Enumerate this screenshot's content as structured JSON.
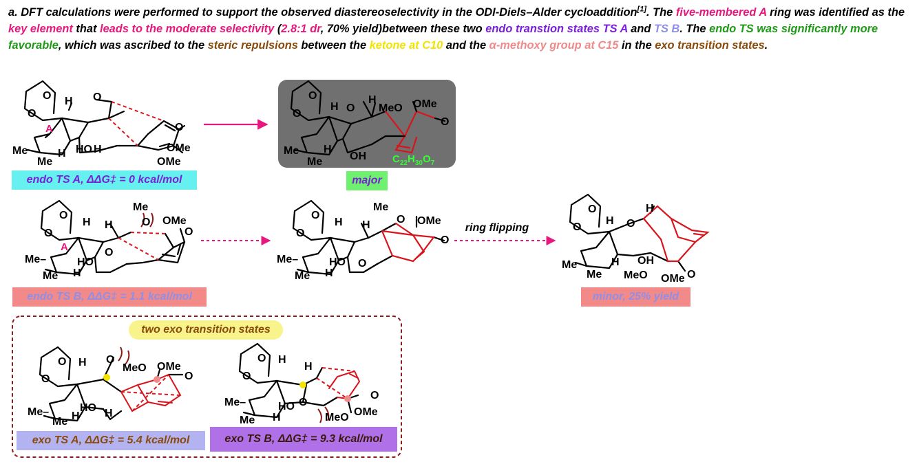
{
  "paragraph": {
    "s1": "a. DFT calculations were performed to support the observed diastereoselectivity in the ODI-Diels–Alder cycloaddition",
    "s1_ref": "[1]",
    "s2": ". The ",
    "five_ring": "five-membered A",
    "s3": " ring was identified as the ",
    "key_element": "key element",
    "s4": " that ",
    "leads": "leads to the moderate selectivity",
    "s5": " (",
    "dr": "2.8:1 dr",
    "s6": ", 70% yield)between these two ",
    "endo_ts": "endo transtion states TS A",
    "s7": " and ",
    "tsb": "TS B",
    "s8": ". The ",
    "endo_fav": "endo TS was significantly more favorable",
    "s9": ", which was ascribed to the ",
    "steric": "steric repulsions",
    "s10": " between the ",
    "ketone": "ketone at C10",
    "s11": " and the ",
    "methoxy": "α-methoxy group at C15",
    "s12": " in the ",
    "exo": "exo transition states",
    "s13": "."
  },
  "labels": {
    "endo_a": "endo TS A, ΔΔG‡ = 0 kcal/mol",
    "major": "major",
    "endo_b": "endo TS B, ΔΔG‡ = 1.1 kcal/mol",
    "ring_flipping": "ring flipping",
    "minor": "minor, 25% yield",
    "exo_header": "two exo transition states",
    "exo_a": "exo TS A, ΔΔG‡ = 5.4 kcal/mol",
    "exo_b": "exo TS B, ΔΔG‡ = 9.3 kcal/mol"
  },
  "formula": {
    "c": "C",
    "c_n": "22",
    "h": "H",
    "h_n": "30",
    "o": "O",
    "o_n": "7"
  },
  "atoms": {
    "O": "O",
    "H": "H",
    "A": "A",
    "Me": "Me",
    "HO": "HO",
    "OH": "OH",
    "OMe": "OMe",
    "MeO": "MeO",
    "Me_dash": "Me–"
  },
  "colors": {
    "pink": "#e6177d",
    "purple": "#7b1fd8",
    "periwinkle": "#8f8fe8",
    "green": "#1f9a18",
    "brown": "#8a4a0b",
    "yellow": "#f2e400",
    "salmon": "#f08a8a",
    "red_bond": "#d8141c",
    "cyan_box": "#66f0f0",
    "green_box": "#6ff06f",
    "salmon_box": "#f28a8a",
    "lilac_box": "#b3b3f2",
    "violet_box": "#b070e8",
    "yellow_box": "#f8f38a",
    "gray_panel": "#707070",
    "formula": "#33ff33",
    "dash_border": "#8b1a1a"
  },
  "icons": [
    "reaction-arrow",
    "dashed-arrow",
    "steric-clash-arc",
    "yellow-atom-dot",
    "pink-atom-dot"
  ]
}
